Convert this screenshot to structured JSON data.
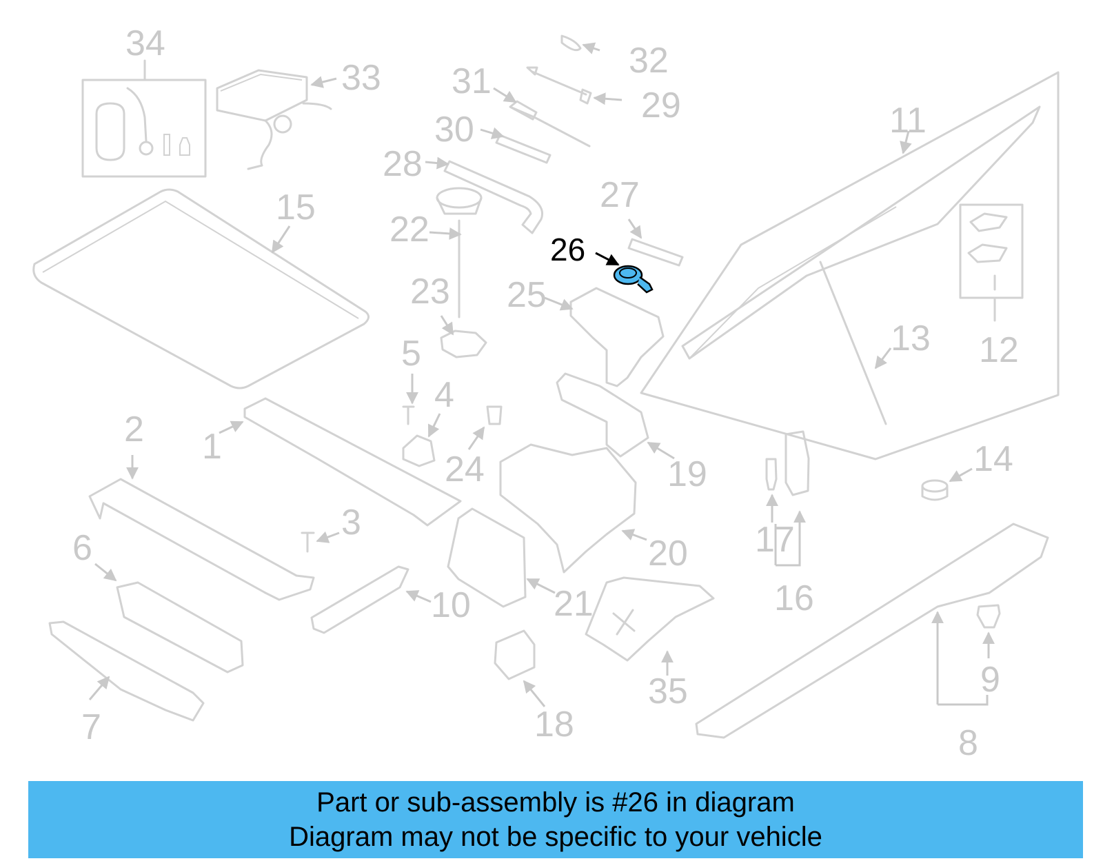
{
  "colors": {
    "highlight": "#4db8f0",
    "part_line": "#d2d2d2",
    "label": "#c9c9c9",
    "active_label": "#000000"
  },
  "diagram": {
    "highlighted_part": "26",
    "labels": [
      "34",
      "33",
      "32",
      "31",
      "29",
      "30",
      "28",
      "27",
      "26",
      "22",
      "15",
      "11",
      "12",
      "25",
      "23",
      "13",
      "5",
      "4",
      "24",
      "19",
      "14",
      "2",
      "1",
      "3",
      "20",
      "17",
      "16",
      "6",
      "10",
      "21",
      "35",
      "9",
      "7",
      "18",
      "8"
    ]
  },
  "banner": {
    "line1": "Part or sub-assembly is #26 in diagram",
    "line2": "Diagram may not be specific to your vehicle"
  }
}
